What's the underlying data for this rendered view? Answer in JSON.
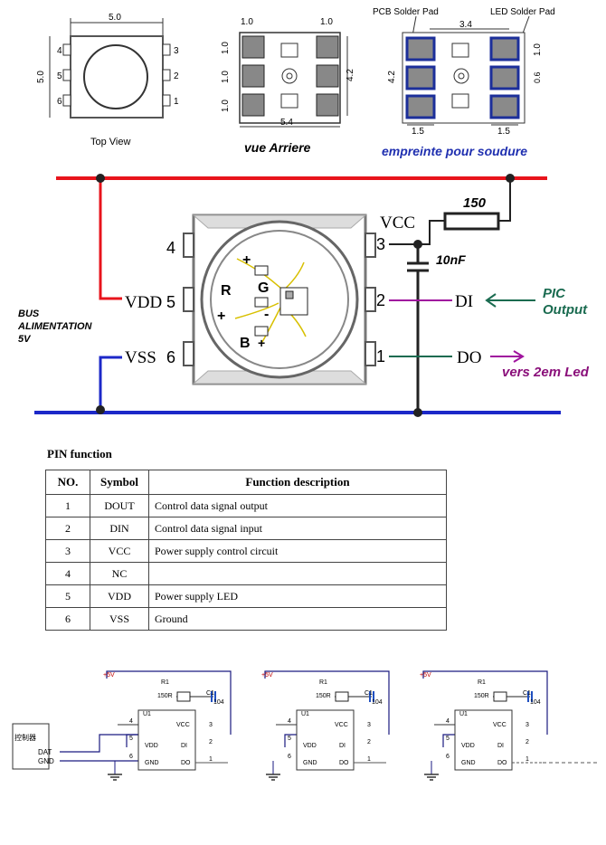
{
  "top_views": {
    "top_view": {
      "caption": "Top View",
      "dim_width": "5.0",
      "dim_height": "5.0",
      "pins_left": [
        "4",
        "5",
        "6"
      ],
      "pins_right": [
        "3",
        "2",
        "1"
      ]
    },
    "rear_view": {
      "caption": "vue Arriere",
      "dim_pad_left": "1.0",
      "dim_pad_right": "1.0",
      "dim_pitch": [
        "1.0",
        "1.0",
        "1.0"
      ],
      "dim_height": "4.2",
      "dim_width": "5.4"
    },
    "footprint": {
      "caption": "empreinte pour soudure",
      "label_pcb": "PCB Solder Pad",
      "label_led": "LED Solder Pad",
      "dim_span": "3.4",
      "dim_height": "4.2",
      "dim_pad_h": "1.0",
      "dim_gap": "0.6",
      "dim_pad_w_left": "1.5",
      "dim_pad_w_right": "1.5"
    }
  },
  "schematic": {
    "resistor_value": "150",
    "capacitor_value": "10nF",
    "vcc_label": "VCC",
    "vdd_label": "VDD",
    "vss_label": "VSS",
    "di_label": "DI",
    "do_label": "DO",
    "pin_numbers": {
      "p1": "1",
      "p2": "2",
      "p3": "3",
      "p4": "4",
      "p5": "5",
      "p6": "6"
    },
    "bus_label": [
      "BUS",
      "ALIMENTATION",
      "5V"
    ],
    "pic_label": [
      "PIC",
      "Output"
    ],
    "next_led_label": "vers 2em Led",
    "led_letters": {
      "r": "R",
      "g": "G",
      "b": "B",
      "plus1": "+",
      "plus2": "+",
      "plus3": "+",
      "minus1": "-"
    }
  },
  "pin_table": {
    "title": "PIN function",
    "headers": [
      "NO.",
      "Symbol",
      "Function description"
    ],
    "rows": [
      [
        "1",
        "DOUT",
        "Control data signal output"
      ],
      [
        "2",
        "DIN",
        "Control data signal input"
      ],
      [
        "3",
        "VCC",
        "Power supply control circuit"
      ],
      [
        "4",
        "NC",
        ""
      ],
      [
        "5",
        "VDD",
        "Power supply LED"
      ],
      [
        "6",
        "VSS",
        "Ground"
      ]
    ]
  },
  "chain": {
    "controller_label": "控制器",
    "dat_label": "DAT",
    "gnd_label": "GND",
    "supply_label": "+5V",
    "r_ref": "R1",
    "r_value": "150R",
    "c_ref": "C1",
    "c_value": "104",
    "u_ref": "U1",
    "pins": [
      "VDD",
      "DI",
      "GND",
      "DO",
      "VCC"
    ],
    "pin_nums": [
      "1",
      "2",
      "3",
      "4",
      "5",
      "6"
    ]
  },
  "colors": {
    "vdd_bus": "#e8141c",
    "gnd_bus": "#1c28c8",
    "di_line": "#a0139e",
    "do_line": "#1a6b50",
    "pad_outline": "#1c2f9a",
    "caption_blue": "#2030b0",
    "chain_wire": "#1a1a80"
  }
}
